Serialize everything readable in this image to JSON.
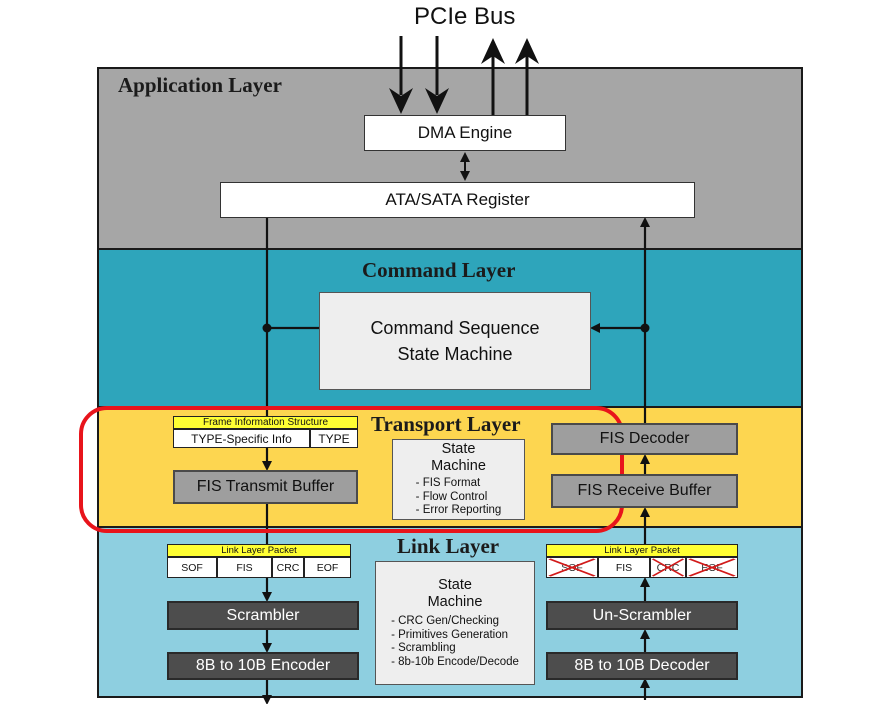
{
  "bus_label": "PCIe Bus",
  "layers": {
    "application": {
      "title": "Application Layer",
      "color": "#a6a6a6"
    },
    "command": {
      "title": "Command Layer",
      "color": "#2ea5bb"
    },
    "transport": {
      "title": "Transport Layer",
      "color": "#fdd650"
    },
    "link": {
      "title": "Link Layer",
      "color": "#8ecfe0"
    }
  },
  "blocks": {
    "dma_engine": "DMA Engine",
    "ata_sata_register": "ATA/SATA Register",
    "command_sm_line1": "Command Sequence",
    "command_sm_line2": "State Machine",
    "fis_transmit_buffer": "FIS Transmit Buffer",
    "fis_decoder": "FIS Decoder",
    "fis_receive_buffer": "FIS Receive Buffer",
    "scrambler": "Scrambler",
    "unscrambler": "Un-Scrambler",
    "encoder": "8B to 10B Encoder",
    "decoder": "8B to 10B Decoder"
  },
  "frame_info": {
    "header": "Frame Information Structure",
    "type_specific": "TYPE-Specific Info",
    "type": "TYPE"
  },
  "transport_state_machine": {
    "title_line1": "State",
    "title_line2": "Machine",
    "items": [
      "- FIS Format",
      "- Flow Control",
      "- Error Reporting"
    ]
  },
  "link_state_machine": {
    "title_line1": "State",
    "title_line2": "Machine",
    "items": [
      "- CRC Gen/Checking",
      "- Primitives Generation",
      "- Scrambling",
      "- 8b-10b Encode/Decode"
    ]
  },
  "link_packet_tx": {
    "header": "Link Layer Packet",
    "fields": [
      "SOF",
      "FIS",
      "CRC",
      "EOF"
    ]
  },
  "link_packet_rx": {
    "header": "Link Layer Packet",
    "fields": [
      "SOF",
      "FIS",
      "CRC",
      "EOF"
    ],
    "crossed_fields": [
      "SOF",
      "CRC",
      "EOF"
    ]
  },
  "highlight_color": "#e8141b"
}
